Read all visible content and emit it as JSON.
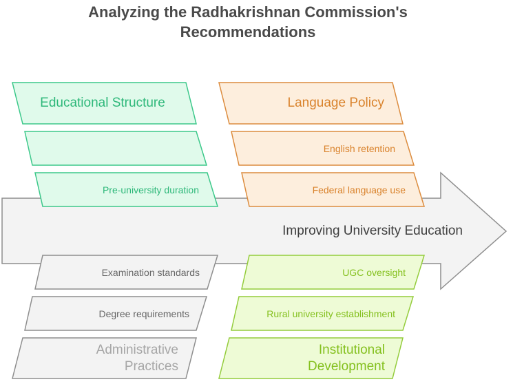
{
  "title_line1": "Analyzing the Radhakrishnan Commission's",
  "title_line2": "Recommendations",
  "spine_label": "Improving University Education",
  "colors": {
    "green_fill": "#e0faeb",
    "green_stroke": "#3cc88a",
    "green_text": "#2eb87a",
    "orange_fill": "#fdeedd",
    "orange_stroke": "#dc8c3e",
    "orange_text": "#d9822b",
    "gray_fill": "#f3f3f3",
    "gray_stroke": "#8e8e8e",
    "gray_text": "#a6a6a6",
    "lime_fill": "#eefbd6",
    "lime_stroke": "#94cc3c",
    "lime_text": "#84c01e",
    "item_text": "#666666"
  },
  "educational_structure": {
    "header": "Educational Structure",
    "items": [
      "",
      "Pre-university duration"
    ]
  },
  "language_policy": {
    "header": "Language Policy",
    "items": [
      "English retention",
      "Federal language use"
    ]
  },
  "administrative_practices": {
    "header_line1": "Administrative",
    "header_line2": "Practices",
    "items": [
      "Examination standards",
      "Degree requirements"
    ]
  },
  "institutional_development": {
    "header_line1": "Institutional",
    "header_line2": "Development",
    "items": [
      "UGC oversight",
      "Rural university establishment"
    ]
  }
}
